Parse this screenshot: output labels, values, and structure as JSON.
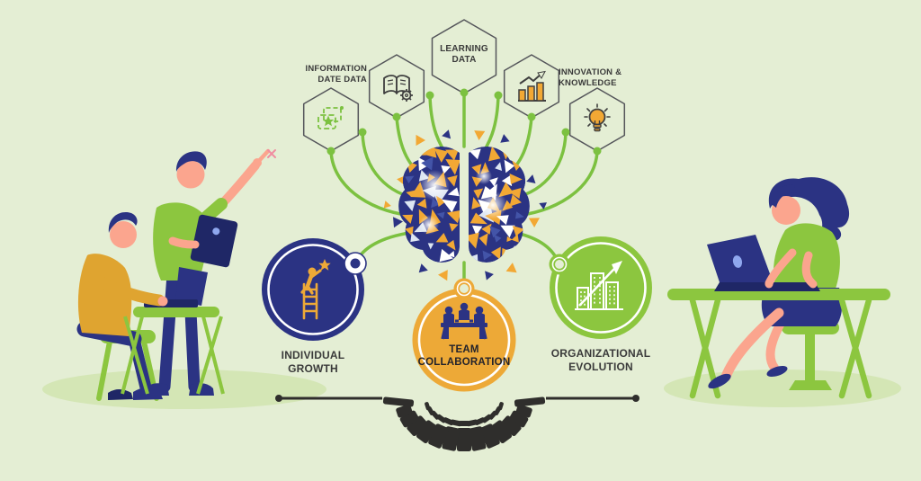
{
  "title": "Learning organization infographic",
  "labels": {
    "information_data": "INFORMATION DATE DATA",
    "learning_data": "LEARNING DATA",
    "innovation_knowledge": "INNOVATION & KNOWLEDGE"
  },
  "nodes": [
    {
      "label": "INDIVIDUAL GROWTH",
      "color": "#2b3383",
      "icon": "ladder-climb-star-icon"
    },
    {
      "label": "TEAM COLLABORATION",
      "color": "#eda937",
      "icon": "team-meeting-icon"
    },
    {
      "label": "ORGANIZATIONAL EVOLUTION",
      "color": "#8cc63f",
      "icon": "city-growth-arrow-icon"
    }
  ],
  "hexagon_icons": [
    "image-star-icon",
    "open-book-gear-icon",
    "bar-chart-growth-icon",
    "lightbulb-icon"
  ],
  "center_icon": "mosaic-brain-icon",
  "colors": {
    "bg": "#e4eed4",
    "green": "#8cc63f",
    "lineGreen": "#7cc140",
    "navy": "#2b3383",
    "navyDark": "#1f2766",
    "orange": "#eda937",
    "orangeBright": "#f2a834",
    "mustard": "#dfa430",
    "skin": "#fba58e",
    "dark": "#3a3a3a",
    "charcoal": "#2f2e2c",
    "shadow": "#d4e6b5",
    "hexOutline": "#54555a",
    "lightBlue": "#8fa7ee"
  }
}
